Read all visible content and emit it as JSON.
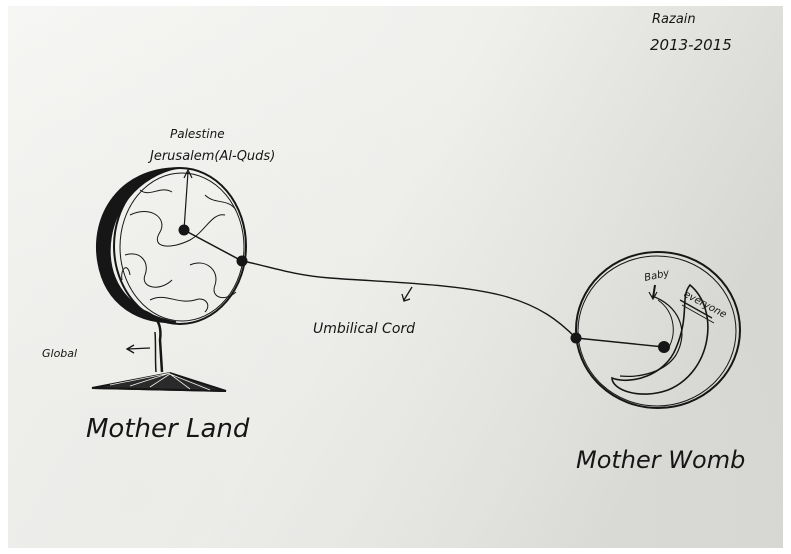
{
  "author": "Razain",
  "years": "2013-2015",
  "labels": {
    "palestine": "Palestine",
    "jerusalem": "Jerusalem(Al-Quds)",
    "global": "Global",
    "umbilical_cord": "Umbilical Cord",
    "baby": "Baby",
    "everyone": "everyone",
    "mother_land": "Mother Land",
    "mother_womb": "Mother Womb"
  },
  "colors": {
    "ink": "#161616",
    "paper_light": "#f4f4f2",
    "paper_shadow": "#c9c9c6",
    "frame": "#ffffff"
  }
}
